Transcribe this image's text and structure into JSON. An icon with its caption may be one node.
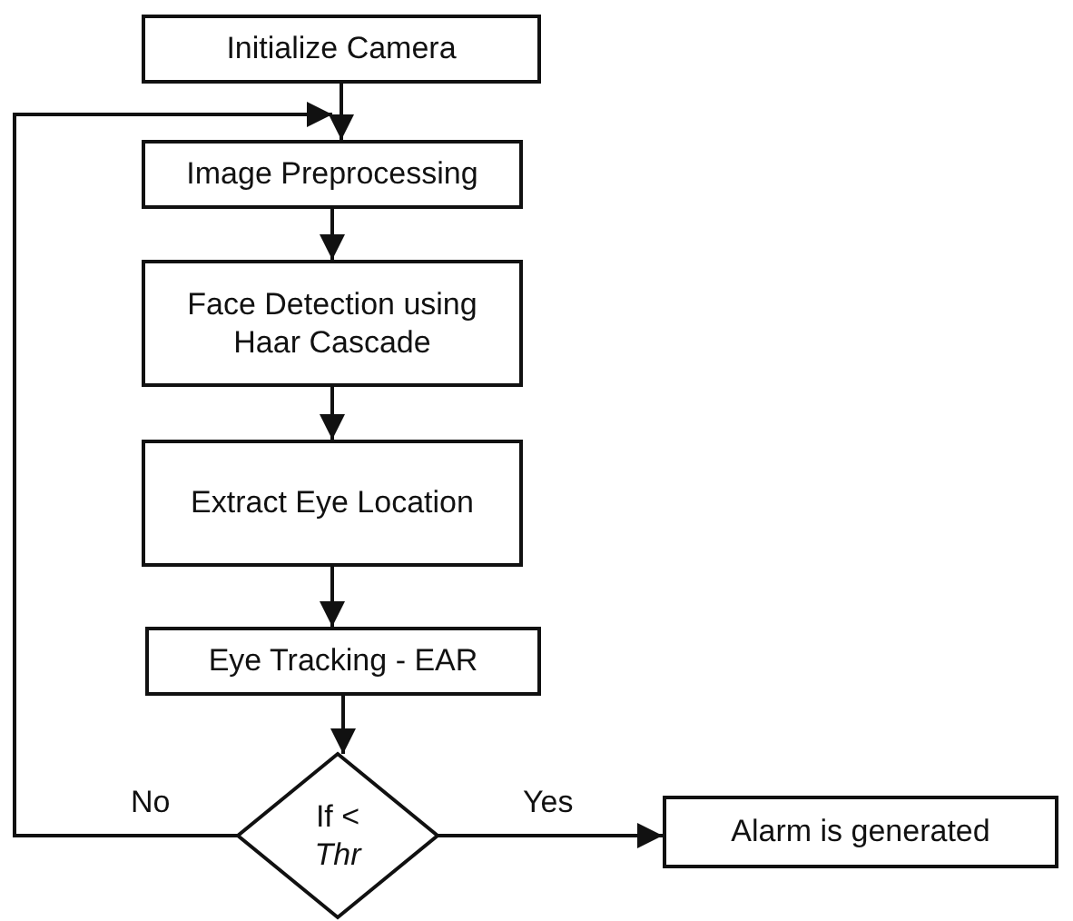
{
  "diagram": {
    "nodes": [
      {
        "text": [
          "Initialize Camera"
        ]
      },
      {
        "text": [
          "Image Preprocessing"
        ]
      },
      {
        "text": [
          "Face Detection using Haar Cascade"
        ]
      },
      {
        "text": [
          "Extract Eye Location"
        ]
      },
      {
        "text": [
          "Eye Tracking - EAR"
        ]
      },
      {
        "text": [
          "If < *Thr*"
        ]
      },
      {
        "text": [
          "Alarm is generated"
        ]
      }
    ],
    "edges": [
      {
        "from": 0,
        "to": 1,
        "arrow": "to"
      },
      {
        "from": 1,
        "to": 2,
        "arrow": "to"
      },
      {
        "from": 2,
        "to": 3,
        "arrow": "to"
      },
      {
        "from": 3,
        "to": 4,
        "arrow": "to"
      },
      {
        "from": 4,
        "to": 5,
        "arrow": "to"
      },
      {
        "from": 5,
        "to": 1,
        "arrow": "to",
        "label": "No"
      },
      {
        "from": 5,
        "to": 6,
        "arrow": "to",
        "label": "Yes"
      }
    ]
  }
}
